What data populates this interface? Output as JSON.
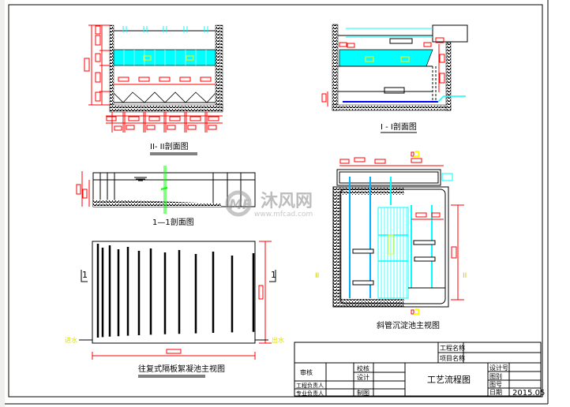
{
  "drawing": {
    "views": {
      "section_2_2": {
        "title": "II- II剖面图"
      },
      "section_i_i": {
        "title": "I - I剖面图"
      },
      "section_1_1": {
        "title": "1—1剖面图"
      },
      "settling_tank_main_view": {
        "title": "斜管沉淀池主视图",
        "section_marks": [
          "I",
          "I",
          "II",
          "II"
        ]
      },
      "flocculation_tank_main_view": {
        "title": "往复式隔板絮凝池主视图",
        "inlet": "进水",
        "outlet": "出水",
        "section_marks": [
          "1",
          "1"
        ]
      }
    },
    "watermark": {
      "name": "沐风网",
      "url": "www.mfcad.com"
    }
  },
  "title_block": {
    "project_name_label": "工程名称",
    "item_name_label": "项目名称",
    "review_label": "审核",
    "project_lead_label": "工程负责人",
    "discipline_lead_label": "专业负责人",
    "check_label": "校核",
    "design_label": "设计",
    "drafting_label": "制图",
    "drawing_title": "工艺流程图",
    "design_no_label": "设计号",
    "category_label": "图别",
    "drawing_no_label": "图号",
    "date_label": "日期",
    "date_value": "2015.05"
  },
  "colors": {
    "dimension": "#ff0000",
    "water": "#00ffff",
    "pipe": "#0000ff",
    "marker": "#ffff00",
    "axis": "#00ff00"
  }
}
